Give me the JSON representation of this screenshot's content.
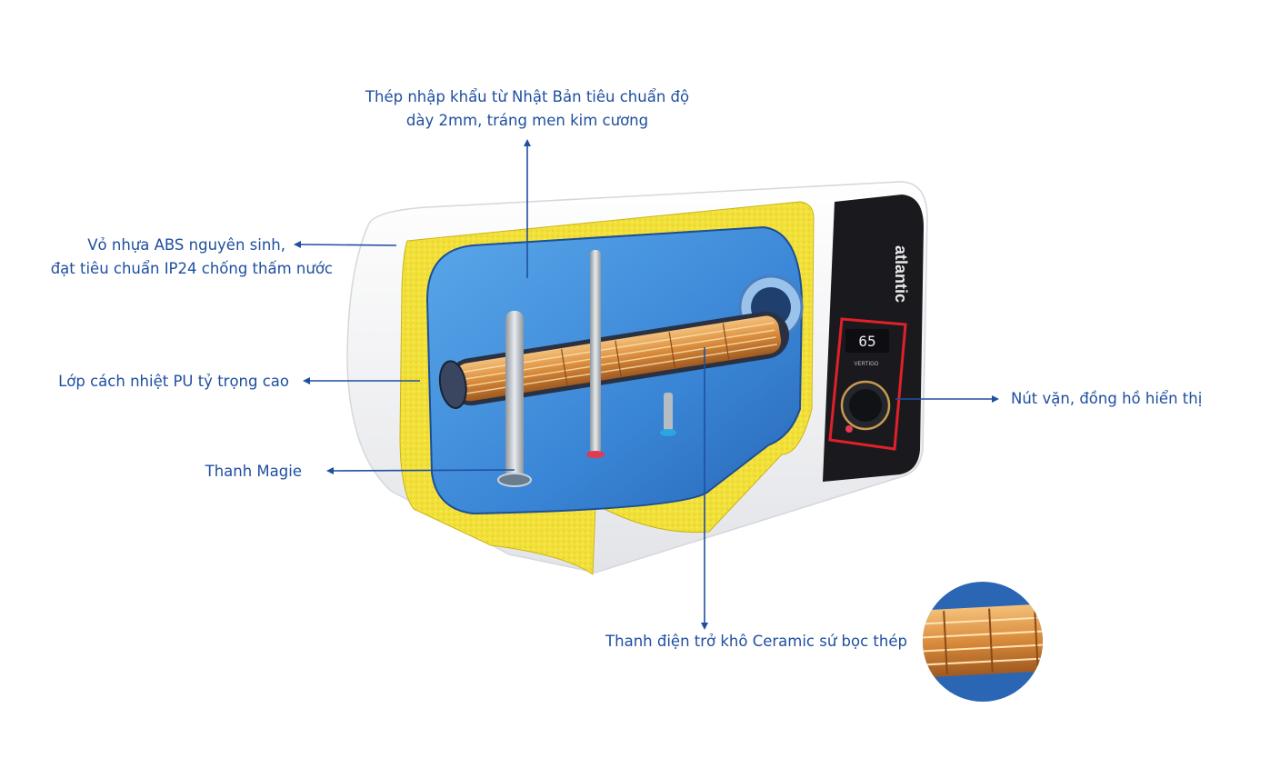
{
  "labels": {
    "steel_line1": "Thép nhập khẩu từ Nhật Bản tiêu chuẩn độ",
    "steel_line2": "dày 2mm, tráng men kim cương",
    "shell_line1": "Vỏ nhựa  ABS nguyên sinh,",
    "shell_line2": "đạt tiêu chuẩn IP24 chống thấm nước",
    "insulation": "Lớp cách nhiệt PU tỷ trọng cao",
    "magnesium": "Thanh Magie",
    "control": "Nút vặn, đồng hồ hiển thị",
    "heater": "Thanh điện trở khô Ceramic sứ bọc thép"
  },
  "device": {
    "brand": "atlantic",
    "display": "65",
    "model": "VERTIGO"
  },
  "colors": {
    "label_text": "#1f4fa0",
    "arrow": "#1f4fa0",
    "insulation": "#f2e03a",
    "tank": "#3f86d6",
    "heater": "#d98b3c",
    "shell": "#f2f3f5",
    "panel": "#1a1a1e",
    "highlight": "#e0202a"
  }
}
